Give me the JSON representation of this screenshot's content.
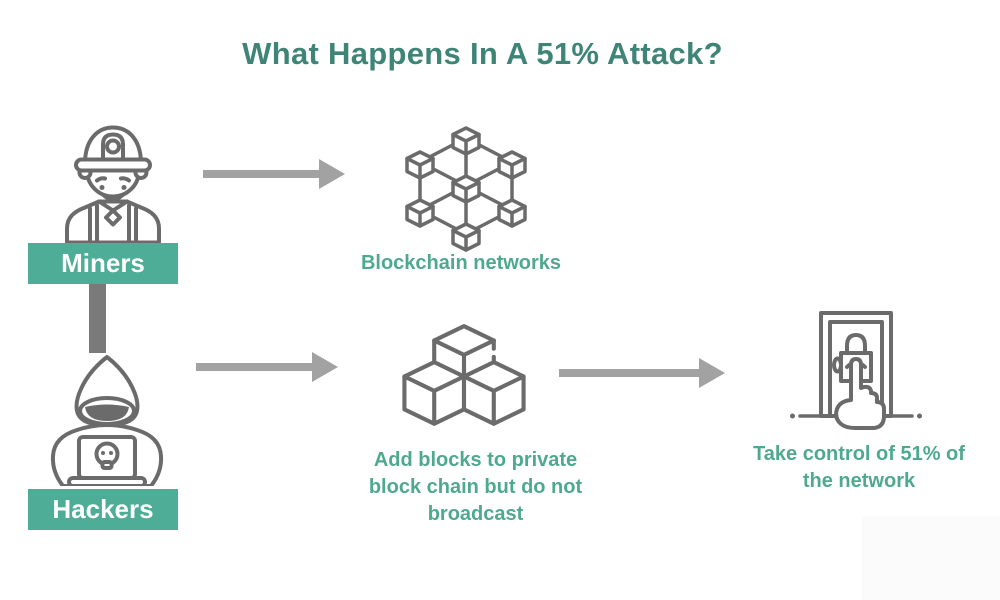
{
  "title": "What Happens In A 51% Attack?",
  "actors": {
    "miners": {
      "label": "Miners"
    },
    "hackers": {
      "label": "Hackers"
    }
  },
  "steps": {
    "blockchain_networks": {
      "label": "Blockchain networks"
    },
    "private_blocks": {
      "label": "Add blocks to private block chain but do not broadcast"
    },
    "take_control": {
      "label": "Take control of 51% of the network"
    }
  },
  "icons": {
    "miners": "miner-icon",
    "hackers": "hacker-icon",
    "blockchain_networks": "blockchain-network-icon",
    "private_blocks": "cube-stack-icon",
    "take_control": "door-lock-press-icon"
  },
  "connectors": {
    "miners_to_blockchain": "arrow-right",
    "hackers_to_private_blocks": "arrow-right",
    "private_blocks_to_take_control": "arrow-right",
    "miners_to_hackers": "vertical-bar"
  },
  "colors": {
    "title_text": "#3f8577",
    "step_label_text": "#4fa98f",
    "banner_background": "#4ead96",
    "banner_text": "#ffffff",
    "icon_stroke": "#6b6b6b",
    "arrow": "#a2a2a2",
    "connector_bar": "#7a7a7a",
    "background": "#ffffff"
  }
}
